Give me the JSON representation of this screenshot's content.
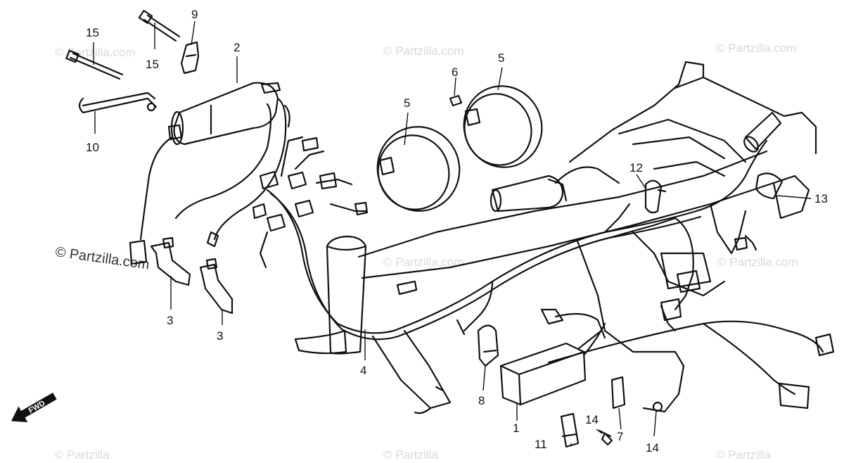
{
  "watermark": {
    "text": "© Partzilla.com",
    "text_short": "© Partzilla"
  },
  "direction_marker": "FWD",
  "callouts": {
    "c1": "1",
    "c2": "2",
    "c3a": "3",
    "c3b": "3",
    "c4": "4",
    "c5a": "5",
    "c5b": "5",
    "c6": "6",
    "c7": "7",
    "c8": "8",
    "c9": "9",
    "c10": "10",
    "c11": "11",
    "c12": "12",
    "c13": "13",
    "c14a": "14",
    "c14b": "14",
    "c15a": "15",
    "c15b": "15"
  }
}
